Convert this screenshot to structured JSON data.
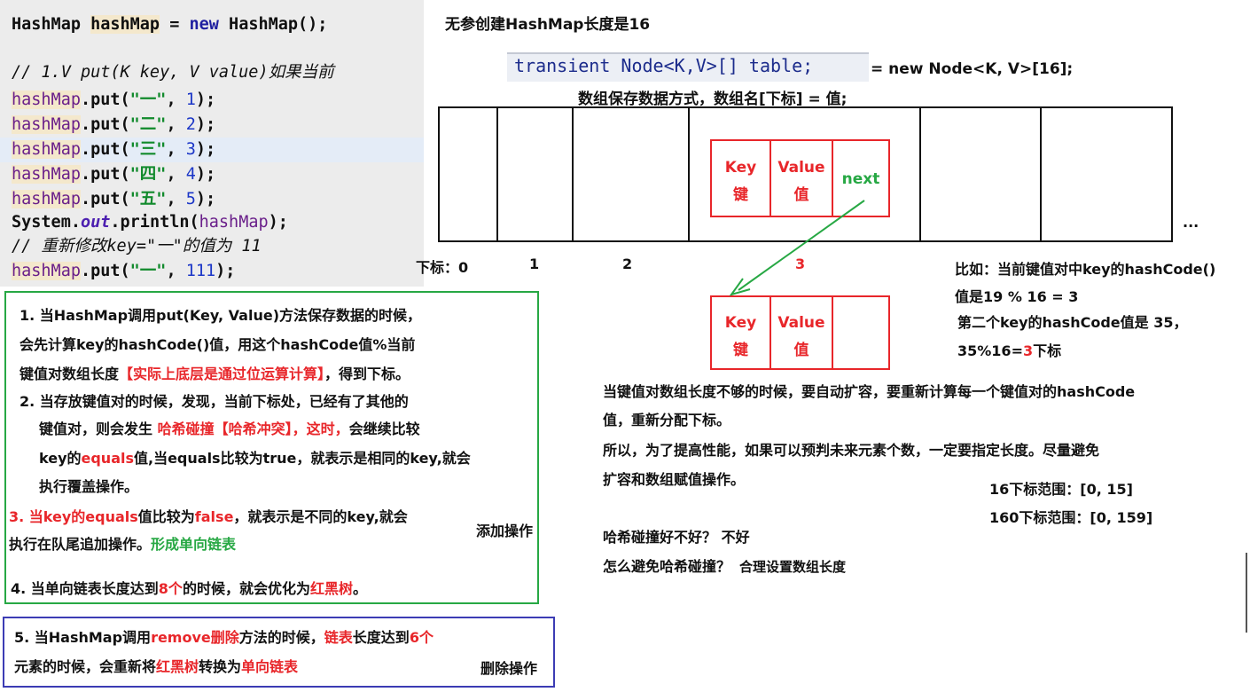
{
  "code": {
    "line1": {
      "a": "HashMap ",
      "b": "hashMap",
      "c": " = ",
      "d": "new",
      "e": " HashMap();"
    },
    "line2": "// 1.V put(K key, V value)如果当前",
    "puts": [
      {
        "obj": "hashMap",
        "call": ".put(",
        "key": "\"一\"",
        "sep": ", ",
        "val": "1",
        "end": ");"
      },
      {
        "obj": "hashMap",
        "call": ".put(",
        "key": "\"二\"",
        "sep": ", ",
        "val": "2",
        "end": ");"
      },
      {
        "obj": "hashMap",
        "call": ".put(",
        "key": "\"三\"",
        "sep": ", ",
        "val": "3",
        "end": ");"
      },
      {
        "obj": "hashMap",
        "call": ".put(",
        "key": "\"四\"",
        "sep": ", ",
        "val": "4",
        "end": ");"
      },
      {
        "obj": "hashMap",
        "call": ".put(",
        "key": "\"五\"",
        "sep": ", ",
        "val": "5",
        "end": ");"
      }
    ],
    "println": {
      "a": "System.",
      "b": "out",
      "c": ".println(",
      "d": "hashMap",
      "e": ");"
    },
    "comment2": "// 重新修改key=\"一\"的值为 11",
    "last": {
      "obj": "hashMap",
      "call": ".put(",
      "key": "\"一\"",
      "sep": ", ",
      "val": "111",
      "end": ");"
    }
  },
  "diagram": {
    "title": "无参创建HashMap长度是16",
    "decl_code": "transient Node<K,V>[] table;",
    "decl_init": " = new Node<K, V>[16];",
    "array_note": "数组保存数据方式，数组名[下标] = 值;",
    "node1": {
      "key": "Key",
      "key_cn": "键",
      "value": "Value",
      "value_cn": "值",
      "next": "next"
    },
    "node2": {
      "key": "Key",
      "key_cn": "键",
      "value": "Value",
      "value_cn": "值"
    },
    "ellipsis": "...",
    "index_label": "下标：0",
    "indices": [
      "1",
      "2",
      "3"
    ],
    "example": {
      "l1": "比如：当前键值对中key的hashCode()",
      "l2": "值是19 % 16 = 3",
      "l3": "第二个key的hashCode值是 35，",
      "l4a": "35%16=",
      "l4b": "3",
      "l4c": "下标"
    }
  },
  "resize": {
    "l1": "当键值对数组长度不够的时候，要自动扩容，要重新计算每一个键值对的hashCode",
    "l2": "值，重新分配下标。",
    "l3": "所以，为了提高性能，如果可以预判未来元素个数，一定要指定长度。尽量避免",
    "l4": "扩容和数组赋值操作。",
    "range1": "16下标范围：[0, 15]",
    "range2": "160下标范围：[0, 159]",
    "q1": "哈希碰撞好不好？ 不好",
    "q2": "怎么避免哈希碰撞？",
    "q2_ans": "合理设置数组长度"
  },
  "add_section": {
    "p1_l1": "1. 当HashMap调用put(Key, Value)方法保存数据的时候，",
    "p1_l2": "会先计算key的hashCode()值，用这个hashCode值%当前",
    "p1_l3a": "键值对数组长度",
    "p1_l3b": "【实际上底层是通过位运算计算】",
    "p1_l3c": "，得到下标。",
    "p2_l1": "2. 当存放键值对的时候，发现，当前下标处，已经有了其他的",
    "p2_l2a": "键值对，则会发生 ",
    "p2_l2b": "哈希碰撞【哈希冲突】，这时，",
    "p2_l2c": "会继续比较",
    "p2_l3a": "key的",
    "p2_l3b": "equals",
    "p2_l3c": "值,当equals比较为true，就表示是相同的key,就会",
    "p2_l4": "执行覆盖操作。",
    "p3_l1a": "3. 当key的",
    "p3_l1b": "equals",
    "p3_l1c": "值比较为",
    "p3_l1d": "false",
    "p3_l1e": "，就表示是不同的key,就会",
    "p3_l2a": "执行在队尾追加操作。",
    "p3_l2b": "形成单向链表",
    "label": "添加操作",
    "p4a": "4. 当单向链表长度达到",
    "p4b": "8个",
    "p4c": "的时候，就会优化为",
    "p4d": "红黑树",
    "p4e": "。"
  },
  "remove_section": {
    "l1a": "5. 当HashMap调用",
    "l1b": "remove删除",
    "l1c": "方法的时候，",
    "l1d": "链表",
    "l1e": "长度达到",
    "l1f": "6个",
    "l2a": "元素的时候，会重新将",
    "l2b": "红黑树",
    "l2c": "转换为",
    "l2d": "单向链表",
    "label": "删除操作"
  },
  "colors": {
    "red": "#e8262a",
    "green": "#27a844",
    "blue": "#4a5ad0",
    "box_blue": "#3c3cb4"
  }
}
